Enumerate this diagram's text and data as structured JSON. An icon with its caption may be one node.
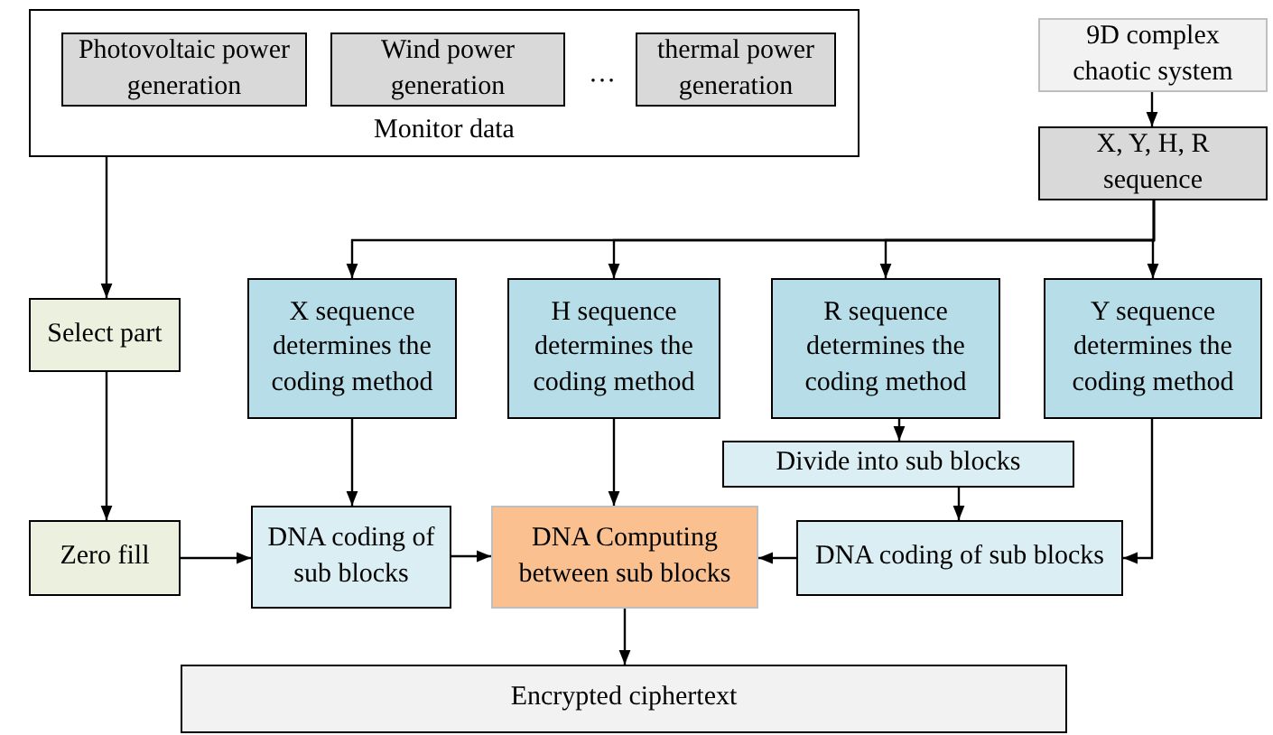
{
  "diagram": {
    "nodes": [
      {
        "text": [
          "Monitor data"
        ]
      },
      {
        "text": [
          "Photovoltaic power generation"
        ],
        "in": 0
      },
      {
        "text": [
          "Wind power generation"
        ],
        "in": 0
      },
      {
        "text": [
          "thermal power generation"
        ],
        "in": 0
      },
      {
        "text": [
          "9D complex chaotic system"
        ]
      },
      {
        "text": [
          "X, Y, H, R sequence"
        ]
      },
      {
        "text": [
          "Select part"
        ]
      },
      {
        "text": [
          "X sequence determines the coding method"
        ]
      },
      {
        "text": [
          "H sequence determines the coding method"
        ]
      },
      {
        "text": [
          "R sequence determines the coding method"
        ]
      },
      {
        "text": [
          "Y sequence determines the coding method"
        ]
      },
      {
        "text": [
          "Divide into sub blocks"
        ]
      },
      {
        "text": [
          "Zero fill"
        ]
      },
      {
        "text": [
          "DNA coding of sub blocks"
        ]
      },
      {
        "text": [
          "DNA Computing between sub blocks"
        ]
      },
      {
        "text": [
          "DNA coding of sub blocks"
        ]
      },
      {
        "text": [
          "Encrypted ciphertext"
        ]
      }
    ],
    "edges": [
      {
        "from": 0,
        "to": 6,
        "arrow": "to"
      },
      {
        "from": 4,
        "to": 5,
        "arrow": "to"
      },
      {
        "from": 5,
        "to": 7,
        "arrow": "to"
      },
      {
        "from": 5,
        "to": 8,
        "arrow": "to"
      },
      {
        "from": 5,
        "to": 9,
        "arrow": "to"
      },
      {
        "from": 5,
        "to": 10,
        "arrow": "to"
      },
      {
        "from": 6,
        "to": 12,
        "arrow": "to"
      },
      {
        "from": 7,
        "to": 13,
        "arrow": "to"
      },
      {
        "from": 8,
        "to": 14,
        "arrow": "to"
      },
      {
        "from": 9,
        "to": 11,
        "arrow": "to"
      },
      {
        "from": 11,
        "to": 15,
        "arrow": "to"
      },
      {
        "from": 10,
        "to": 15,
        "arrow": "to"
      },
      {
        "from": 12,
        "to": 13,
        "arrow": "to"
      },
      {
        "from": 13,
        "to": 14,
        "arrow": "to"
      },
      {
        "from": 15,
        "to": 14,
        "arrow": "to"
      },
      {
        "from": 14,
        "to": 16,
        "arrow": "to"
      }
    ],
    "labels": [
      "…"
    ]
  }
}
